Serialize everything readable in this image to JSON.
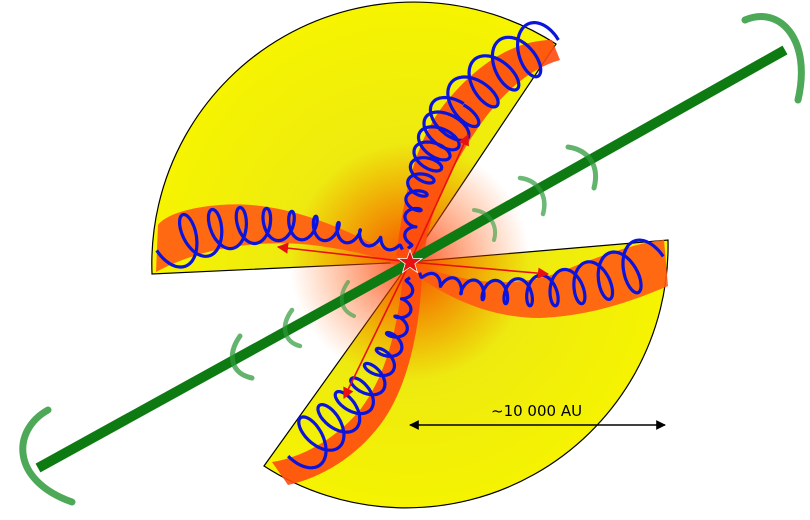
{
  "diagram": {
    "scale_label": "~10 000 AU",
    "elements": {
      "envelope": "yellow-disk",
      "outflow_lobes": "orange-red-gradient",
      "magnetic_field": "blue-helical-coils",
      "jet": "green-bipolar-jet",
      "shocks": "green-bow-arcs",
      "central_source": "red-star",
      "flow_arrows": "red-arrows"
    },
    "colors": {
      "envelope": "#F0F000",
      "lobe_inner": "#FF2200",
      "lobe_outer": "#FF9933",
      "field_lines": "#0A14DC",
      "jet": "#0E7A12",
      "shock_arcs": "#2E9A3A",
      "star": "#E81010",
      "arrows": "#E81010",
      "scale_arrow": "#000000"
    }
  }
}
